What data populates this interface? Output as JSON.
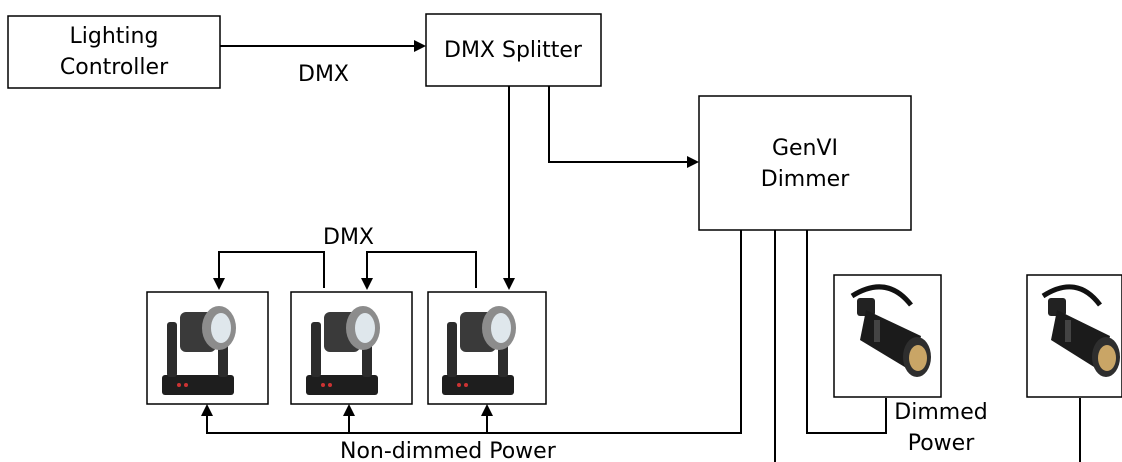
{
  "nodes": {
    "controller": [
      "Lighting",
      "Controller"
    ],
    "splitter": "DMX Splitter",
    "dimmer": [
      "GenVI",
      "Dimmer"
    ]
  },
  "labels": {
    "dmx_top": "DMX",
    "dmx_fixtures": "DMX",
    "non_dimmed_power": "Non-dimmed Power",
    "dimmed_power": [
      "Dimmed",
      "Power"
    ]
  },
  "fixtures": {
    "moving_heads": [
      "moving-head-fixture",
      "moving-head-fixture",
      "moving-head-fixture"
    ],
    "ellipsoidals": [
      "ellipsoidal-spotlight",
      "ellipsoidal-spotlight"
    ]
  }
}
